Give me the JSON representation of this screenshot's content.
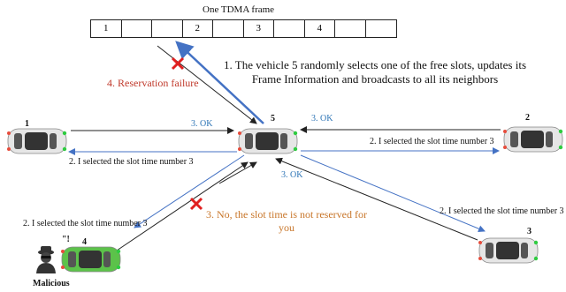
{
  "frame": {
    "title": "One TDMA frame",
    "slots": [
      "1",
      "",
      "",
      "2",
      "",
      "3",
      "",
      "4",
      "",
      ""
    ]
  },
  "messages": {
    "step1_line1": "1. The vehicle 5 randomly selects one of the free slots, updates its",
    "step1_line2": "Frame Information and broadcasts to all its neighbors",
    "failure": "4. Reservation failure",
    "ok_left": "3. OK",
    "ok_right": "3. OK",
    "ok_bottom": "3. OK",
    "sel_left": "2. I selected the slot time number 3",
    "sel_right": "2. I selected the slot time number 3",
    "sel_bottom_right": "2. I selected the slot time number 3",
    "sel_malicious": "2. I selected the slot time number 3",
    "no_line1": "3. No, the slot time is not reserved for",
    "no_line2": "you"
  },
  "vehicles": [
    {
      "id": "1",
      "color": "#e6e6e6"
    },
    {
      "id": "2",
      "color": "#e6e6e6"
    },
    {
      "id": "3",
      "color": "#e6e6e6"
    },
    {
      "id": "4",
      "color": "#5cc24a"
    },
    {
      "id": "5",
      "color": "#e6e6e6"
    }
  ],
  "malicious_label": "Malicious",
  "malicious_mark": "\"!",
  "colors": {
    "failure": "#c0392b",
    "ok": "#2e75b6",
    "reject": "#c8762a",
    "arrow_blue": "#4472c4",
    "cross": "#e02020"
  }
}
